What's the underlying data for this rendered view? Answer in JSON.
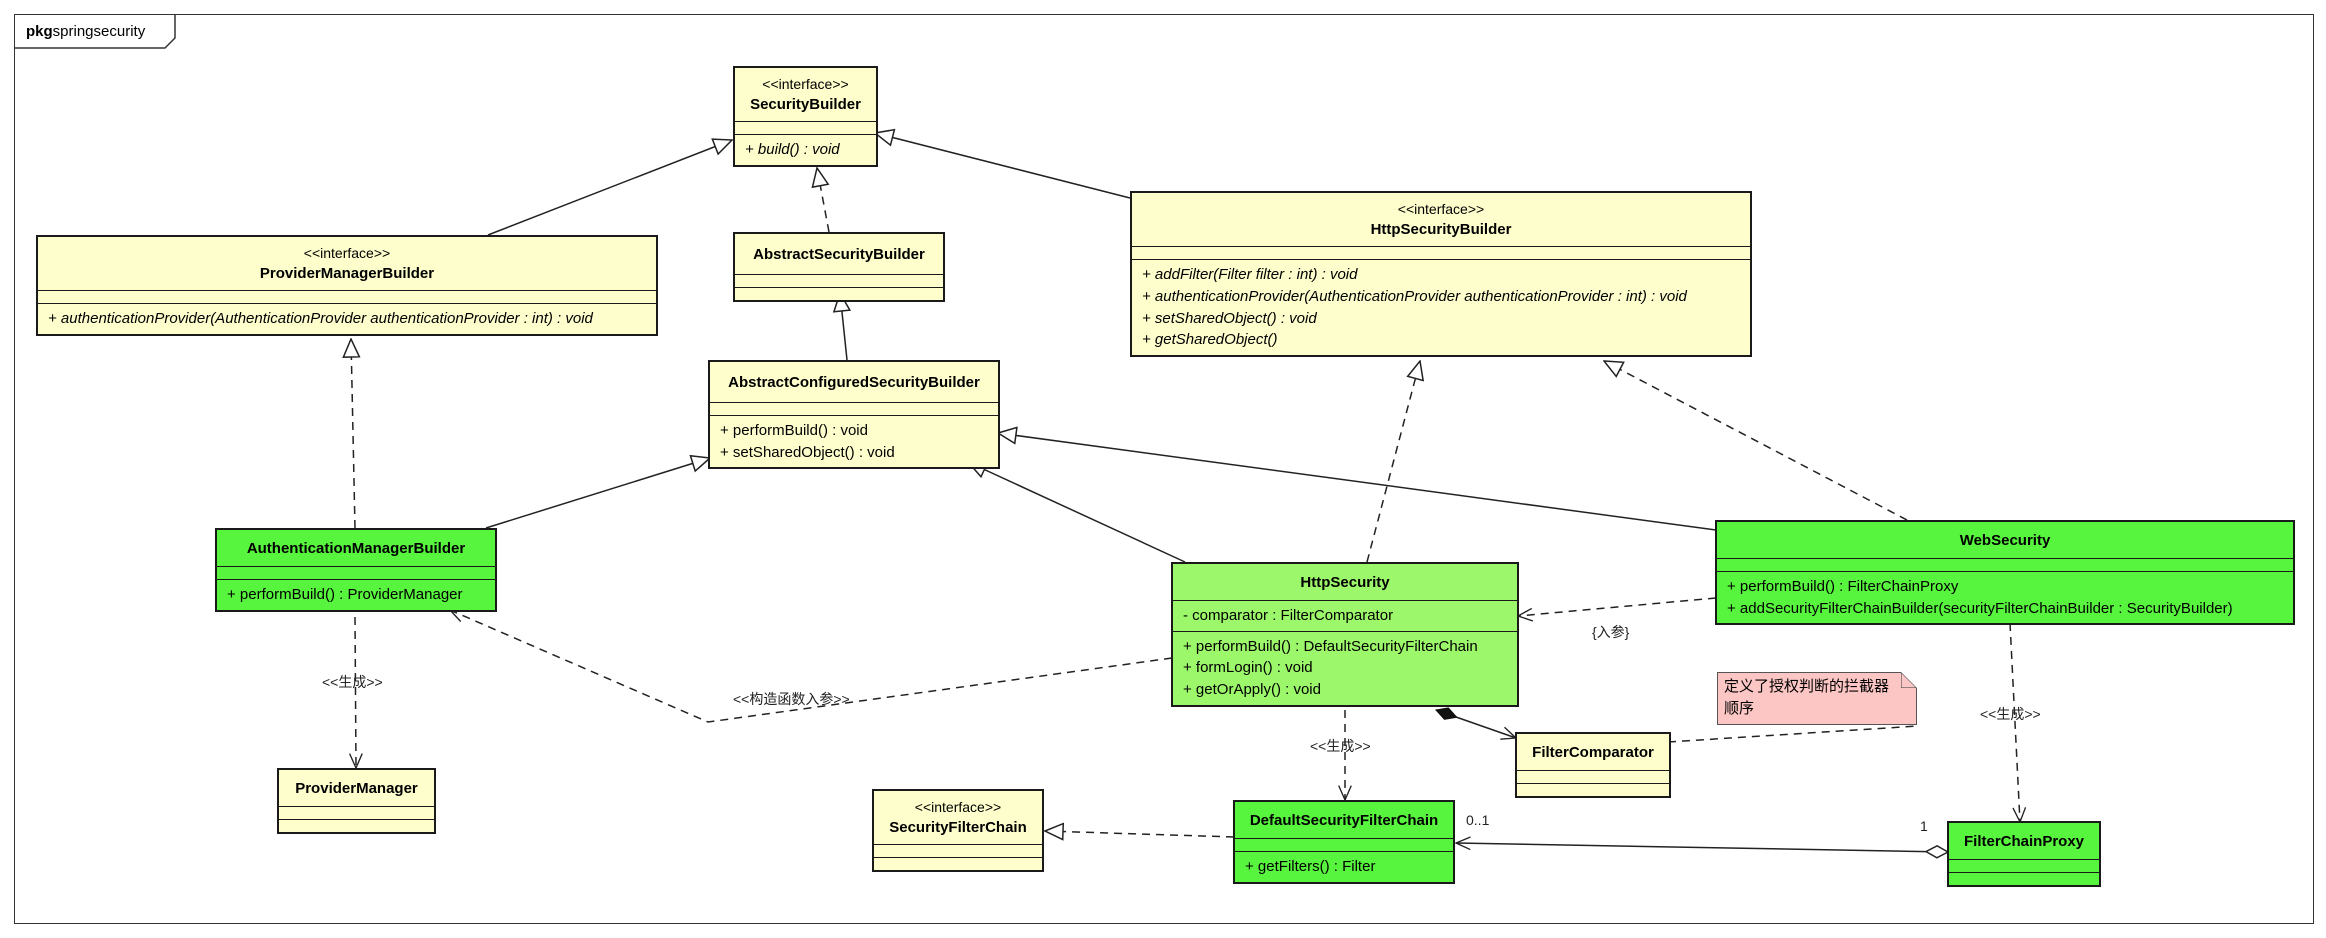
{
  "package": {
    "keyword": "pkg",
    "name": "springsecurity"
  },
  "classes": {
    "security_builder": {
      "stereotype": "<<interface>>",
      "name": "SecurityBuilder",
      "methods": [
        "+ build() : void"
      ]
    },
    "provider_manager_builder": {
      "stereotype": "<<interface>>",
      "name": "ProviderManagerBuilder",
      "methods": [
        "+ authenticationProvider(AuthenticationProvider authenticationProvider : int) : void"
      ]
    },
    "abstract_security_builder": {
      "name": "AbstractSecurityBuilder"
    },
    "http_security_builder": {
      "stereotype": "<<interface>>",
      "name": "HttpSecurityBuilder",
      "methods": [
        "+ addFilter(Filter filter : int) : void",
        "+ authenticationProvider(AuthenticationProvider authenticationProvider : int) : void",
        "+ setSharedObject() : void",
        "+ getSharedObject()"
      ]
    },
    "abstract_configured_security_builder": {
      "name": "AbstractConfiguredSecurityBuilder",
      "methods": [
        "+ performBuild() : void",
        "+ setSharedObject() : void"
      ]
    },
    "authentication_manager_builder": {
      "name": "AuthenticationManagerBuilder",
      "methods": [
        "+ performBuild() : ProviderManager"
      ]
    },
    "web_security": {
      "name": "WebSecurity",
      "methods": [
        "+ performBuild() : FilterChainProxy",
        "+ addSecurityFilterChainBuilder(securityFilterChainBuilder : SecurityBuilder)"
      ]
    },
    "http_security": {
      "name": "HttpSecurity",
      "attributes": [
        "- comparator : FilterComparator"
      ],
      "methods": [
        "+ performBuild() : DefaultSecurityFilterChain",
        "+ formLogin() : void",
        "+ getOrApply() : void"
      ]
    },
    "provider_manager": {
      "name": "ProviderManager"
    },
    "security_filter_chain": {
      "stereotype": "<<interface>>",
      "name": "SecurityFilterChain"
    },
    "default_security_filter_chain": {
      "name": "DefaultSecurityFilterChain",
      "methods": [
        "+ getFilters() : Filter"
      ]
    },
    "filter_comparator": {
      "name": "FilterComparator"
    },
    "filter_chain_proxy": {
      "name": "FilterChainProxy"
    }
  },
  "note": {
    "text": "定义了授权判断的拦截器顺序"
  },
  "labels": {
    "generates_amb": "<<生成>>",
    "ctor_param": "<<构造函数入参>>",
    "param": "{入参}",
    "generates_hs": "<<生成>>",
    "generates_ws": "<<生成>>",
    "mult_default": "0..1",
    "mult_proxy": "1"
  },
  "colors": {
    "interface_fill": "#fefecd",
    "green_fill": "#57f53d",
    "light_green_fill": "#9cf86a",
    "note_fill": "#fbc6c3"
  }
}
